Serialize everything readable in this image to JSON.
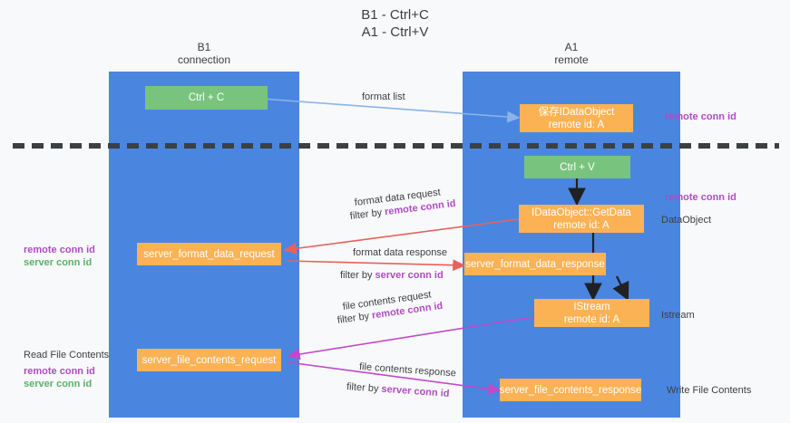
{
  "title": "B1 - Ctrl+C\nA1 - Ctrl+V",
  "columns": [
    {
      "name": "B1",
      "sub": "connection",
      "label": "B1\nconnection"
    },
    {
      "name": "A1",
      "sub": "remote",
      "label": "A1\nremote"
    }
  ],
  "nodes": [
    {
      "id": "ctrl-c",
      "text": "Ctrl + C",
      "color": "green"
    },
    {
      "id": "save-idataobject",
      "text": "保存IDataObject\nremote id: A",
      "color": "orange"
    },
    {
      "id": "ctrl-v",
      "text": "Ctrl + V",
      "color": "green"
    },
    {
      "id": "idataobject-getdata",
      "text": "IDataObject::GetData\nremote id: A",
      "color": "orange"
    },
    {
      "id": "server-format-data-request",
      "text": "server_format_data_request",
      "color": "orange"
    },
    {
      "id": "server-format-data-response",
      "text": "server_format_data_response",
      "color": "orange"
    },
    {
      "id": "istream",
      "text": "IStream\nremote id: A",
      "color": "orange"
    },
    {
      "id": "server-file-contents-request",
      "text": "server_file_contents_request",
      "color": "orange"
    },
    {
      "id": "server-file-contents-response",
      "text": "server_file_contents_response",
      "color": "orange"
    }
  ],
  "edge_labels": {
    "format_list": "format list",
    "format_data_request": "format data request",
    "format_data_request_filter_prefix": "filter by ",
    "format_data_request_filter_key": "remote conn id",
    "format_data_response": "format data response",
    "format_data_response_filter_prefix": "filter by ",
    "format_data_response_filter_key": "server conn id",
    "file_contents_request": "file contents request",
    "file_contents_request_filter_prefix": "filter by ",
    "file_contents_request_filter_key": "remote conn id",
    "file_contents_response": "file contents response",
    "file_contents_response_filter_prefix": "filter by ",
    "file_contents_response_filter_key": "server conn id"
  },
  "annotations": {
    "right_remote_conn_id_top": "remote conn id",
    "right_remote_conn_id_mid": "remote conn id",
    "right_dataobject": "DataObject",
    "right_istream": "Istream",
    "right_write_file_contents": "Write File Contents",
    "left_remote_conn_id_mid": "remote conn id",
    "left_server_conn_id_mid": "server conn id",
    "left_read_file_contents": "Read File Contents",
    "left_remote_conn_id_bottom": "remote conn id",
    "left_server_conn_id_bottom": "server conn id"
  },
  "colors": {
    "lane": "#4a86e0",
    "green_node": "#78c47f",
    "orange_node": "#fbb254",
    "purple_text": "#b04bc4",
    "green_text": "#5bb06a",
    "arrow_blue": "#8ab4e8",
    "arrow_red": "#e8615c",
    "arrow_magenta": "#c249c9",
    "arrow_black": "#202124",
    "background": "#f8f9fa",
    "text": "#3c4043"
  }
}
